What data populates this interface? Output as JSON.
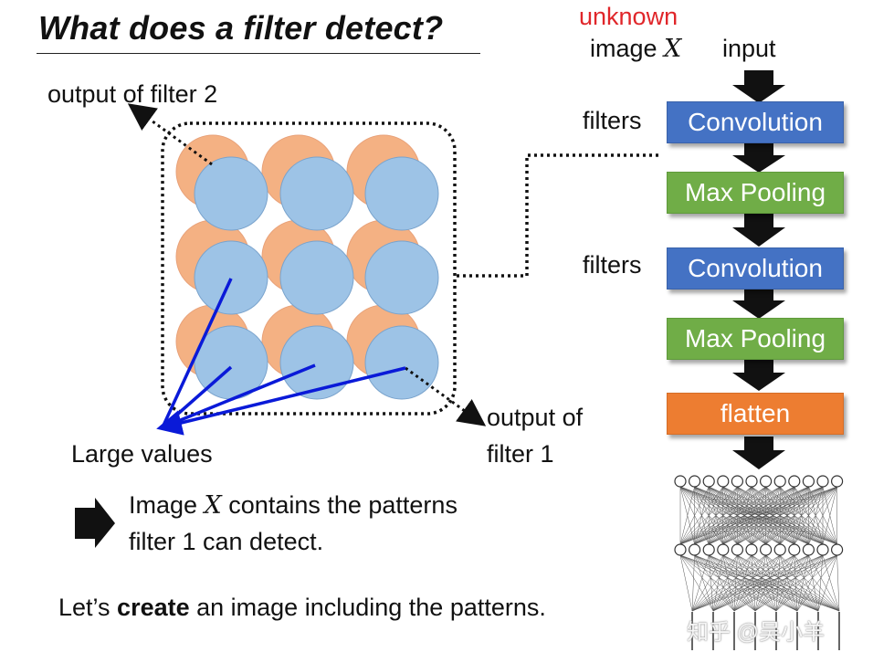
{
  "title": "What does a filter detect?",
  "labels": {
    "output_filter2": "output of filter 2",
    "output_filter1_line1": "output of",
    "output_filter1_line2": "filter 1",
    "large_values": "Large values"
  },
  "conclusion": {
    "line1_pre": "Image ",
    "line1_var": "X",
    "line1_post": " contains the patterns",
    "line2": "filter 1 can detect."
  },
  "bottom_sentence": {
    "pre": "Let’s ",
    "bold": "create",
    "post": " an image including the patterns."
  },
  "pipeline": {
    "unknown": "unknown",
    "image_pre": "image ",
    "image_var": "X",
    "input": "input",
    "filters1": "filters",
    "filters2": "filters",
    "conv1": "Convolution",
    "pool1": "Max Pooling",
    "conv2": "Convolution",
    "pool2": "Max Pooling",
    "flatten": "flatten"
  },
  "watermark": "知乎 @吴小羊",
  "colors": {
    "conv": "#4472c4",
    "pool": "#70ad47",
    "flatten": "#ed7d31",
    "unknown": "#e0262a",
    "filter1_circles": "#9dc3e6",
    "filter2_circles": "#f4b183",
    "large_value_lines": "#0a1ad8"
  }
}
